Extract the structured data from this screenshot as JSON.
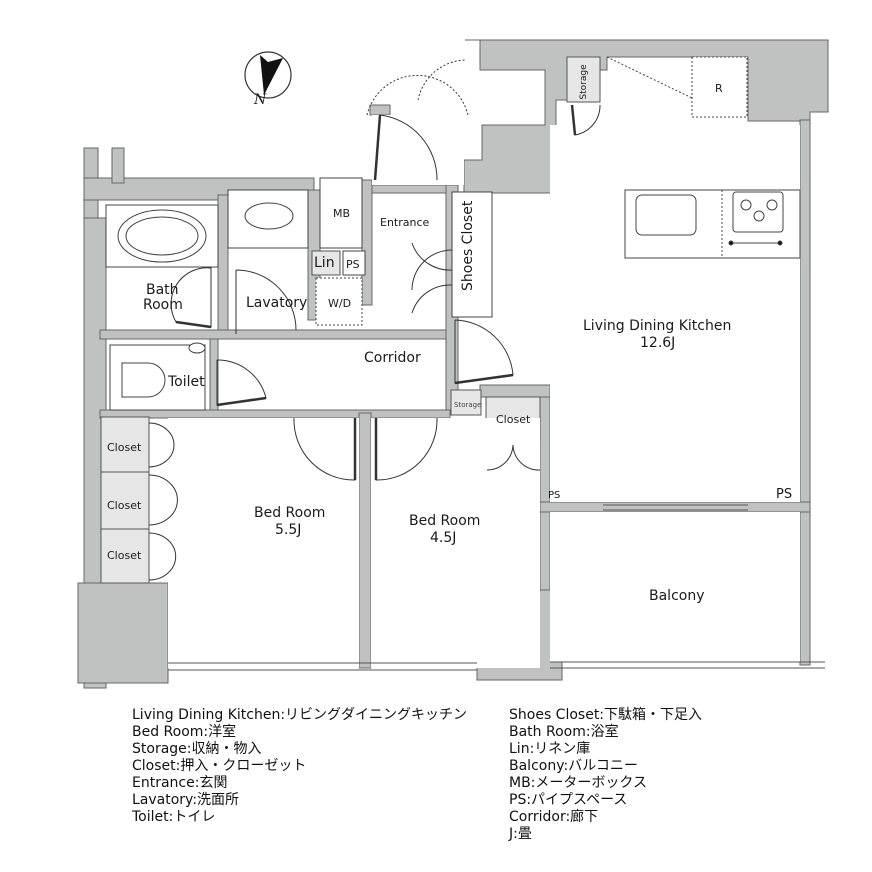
{
  "compass": {
    "north_label": "N"
  },
  "rooms": {
    "ldk": {
      "name": "Living Dining Kitchen",
      "size": "12.6J"
    },
    "bed1": {
      "name": "Bed Room",
      "size": "5.5J"
    },
    "bed2": {
      "name": "Bed Room",
      "size": "4.5J"
    },
    "balcony": {
      "name": "Balcony"
    },
    "corridor": {
      "name": "Corridor"
    },
    "entrance": {
      "name": "Entrance"
    },
    "shoes_closet": {
      "name": "Shoes Closet"
    },
    "bath": {
      "name_line1": "Bath",
      "name_line2": "Room"
    },
    "lavatory": {
      "name": "Lavatory"
    },
    "toilet": {
      "name": "Toilet"
    },
    "mb": {
      "name": "MB"
    },
    "lin": {
      "name": "Lin"
    },
    "ps_top": {
      "name": "PS"
    },
    "wd": {
      "name": "W/D"
    },
    "storage_top": {
      "name": "Storage"
    },
    "storage_mid": {
      "name": "Storage"
    },
    "fridge": {
      "name": "R"
    },
    "closet_bed2": {
      "name": "Closet"
    },
    "closet_a": {
      "name": "Closet"
    },
    "closet_b": {
      "name": "Closet"
    },
    "closet_c": {
      "name": "Closet"
    },
    "ps_left": {
      "name": "PS"
    },
    "ps_right": {
      "name": "PS"
    }
  },
  "legend": {
    "left": [
      "Living Dining Kitchen:リビングダイニングキッチン",
      "Bed Room:洋室",
      "Storage:収納・物入",
      "Closet:押入・クローゼット",
      "Entrance:玄関",
      "Lavatory:洗面所",
      "Toilet:トイレ"
    ],
    "right": [
      "Shoes Closet:下駄箱・下足入",
      "Bath Room:浴室",
      "Lin:リネン庫",
      "Balcony:バルコニー",
      "MB:メーターボックス",
      "PS:パイプスペース",
      "Corridor:廊下",
      "J:畳"
    ]
  },
  "colors": {
    "wall": "#c0c1c1",
    "closet_fill": "#e6e6e6",
    "line": "#333333"
  }
}
